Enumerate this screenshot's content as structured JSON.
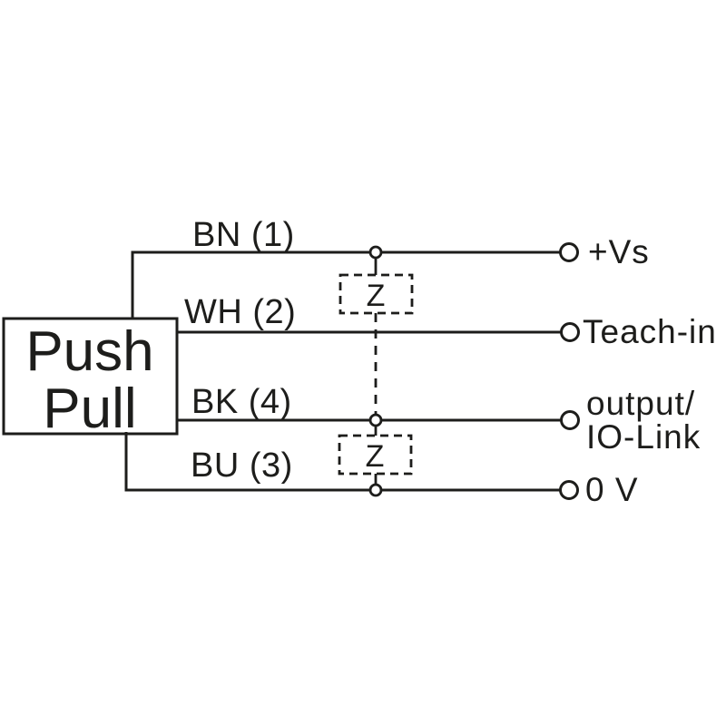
{
  "diagram_type": "sensor-connection-diagram",
  "device_box": {
    "line1": "Push",
    "line2": "Pull"
  },
  "connections": [
    {
      "wire": "BN (1)",
      "terminal": "+Vs"
    },
    {
      "wire": "WH (2)",
      "terminal": "Teach-in"
    },
    {
      "wire": "BK (4)",
      "terminal_line1": "output/",
      "terminal_line2": "IO-Link"
    },
    {
      "wire": "BU (3)",
      "terminal": "0 V"
    }
  ],
  "suppressor": {
    "label": "Z"
  },
  "colors": {
    "ink": "#1d1d1b",
    "background": "#ffffff"
  }
}
